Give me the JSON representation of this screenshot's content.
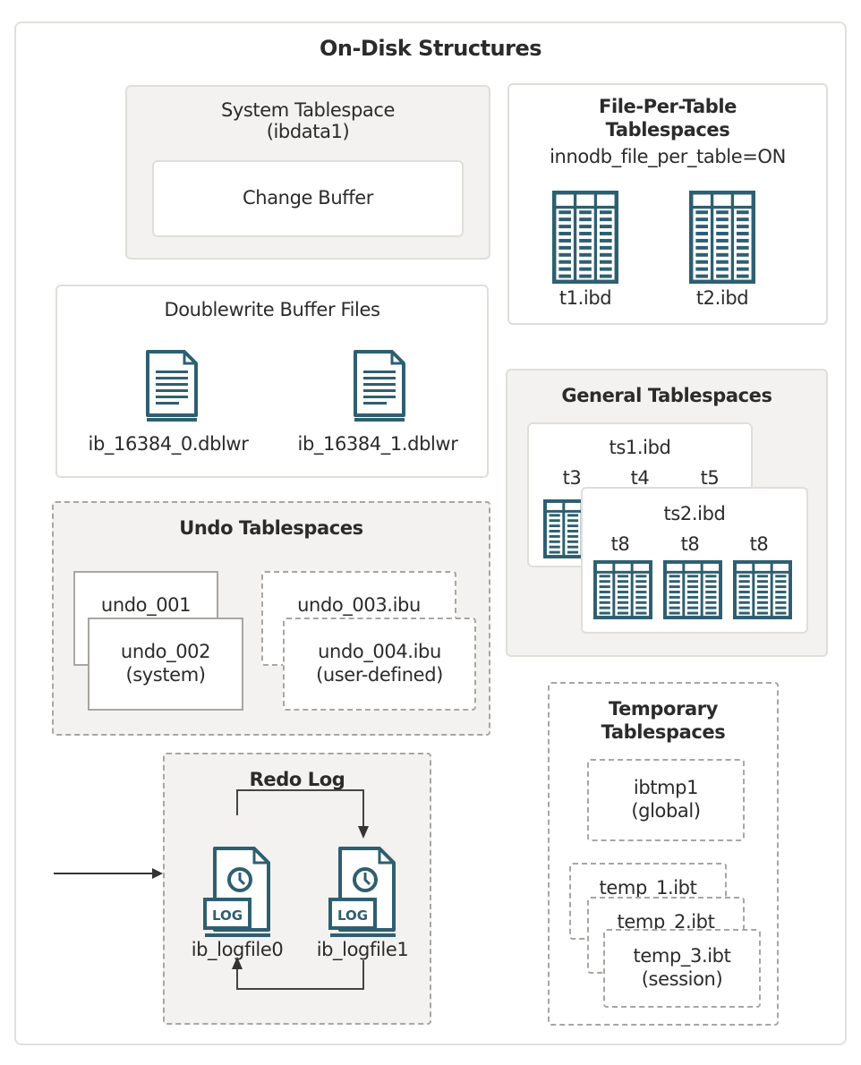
{
  "title": "On-Disk Structures",
  "colors": {
    "icon": "#2e5f70",
    "panel_fill": "#f3f2f0",
    "border": "#e0ded9",
    "dash": "#a9a6a1"
  },
  "system_tablespace": {
    "title_line1": "System Tablespace",
    "title_line2": "(ibdata1)",
    "change_buffer": "Change Buffer"
  },
  "file_per_table": {
    "title_line1": "File-Per-Table",
    "title_line2": "Tablespaces",
    "setting": "innodb_file_per_table=ON",
    "files": [
      {
        "name": "t1.ibd",
        "icon": "table-icon"
      },
      {
        "name": "t2.ibd",
        "icon": "table-icon"
      }
    ]
  },
  "doublewrite": {
    "title": "Doublewrite Buffer Files",
    "files": [
      {
        "name": "ib_16384_0.dblwr",
        "icon": "document-icon"
      },
      {
        "name": "ib_16384_1.dblwr",
        "icon": "document-icon"
      }
    ]
  },
  "general_tablespaces": {
    "title": "General Tablespaces",
    "ts1": {
      "name": "ts1.ibd",
      "tables": [
        "t3",
        "t4",
        "t5"
      ]
    },
    "ts2": {
      "name": "ts2.ibd",
      "tables": [
        "t8",
        "t8",
        "t8"
      ]
    }
  },
  "undo_tablespaces": {
    "title": "Undo Tablespaces",
    "system": {
      "back": "undo_001",
      "front_line1": "undo_002",
      "front_line2": "(system)"
    },
    "user": {
      "back": "undo_003.ibu",
      "front_line1": "undo_004.ibu",
      "front_line2": "(user-defined)"
    }
  },
  "redo_log": {
    "title": "Redo Log",
    "files": [
      {
        "name": "ib_logfile0",
        "icon": "log-file-icon",
        "badge": "LOG"
      },
      {
        "name": "ib_logfile1",
        "icon": "log-file-icon",
        "badge": "LOG"
      }
    ]
  },
  "temporary_tablespaces": {
    "title_line1": "Temporary",
    "title_line2": "Tablespaces",
    "global": {
      "line1": "ibtmp1",
      "line2": "(global)"
    },
    "session": {
      "file1": "temp_1.ibt",
      "file2": "temp_2.ibt",
      "file3_line1": "temp_3.ibt",
      "file3_line2": "(session)"
    }
  }
}
